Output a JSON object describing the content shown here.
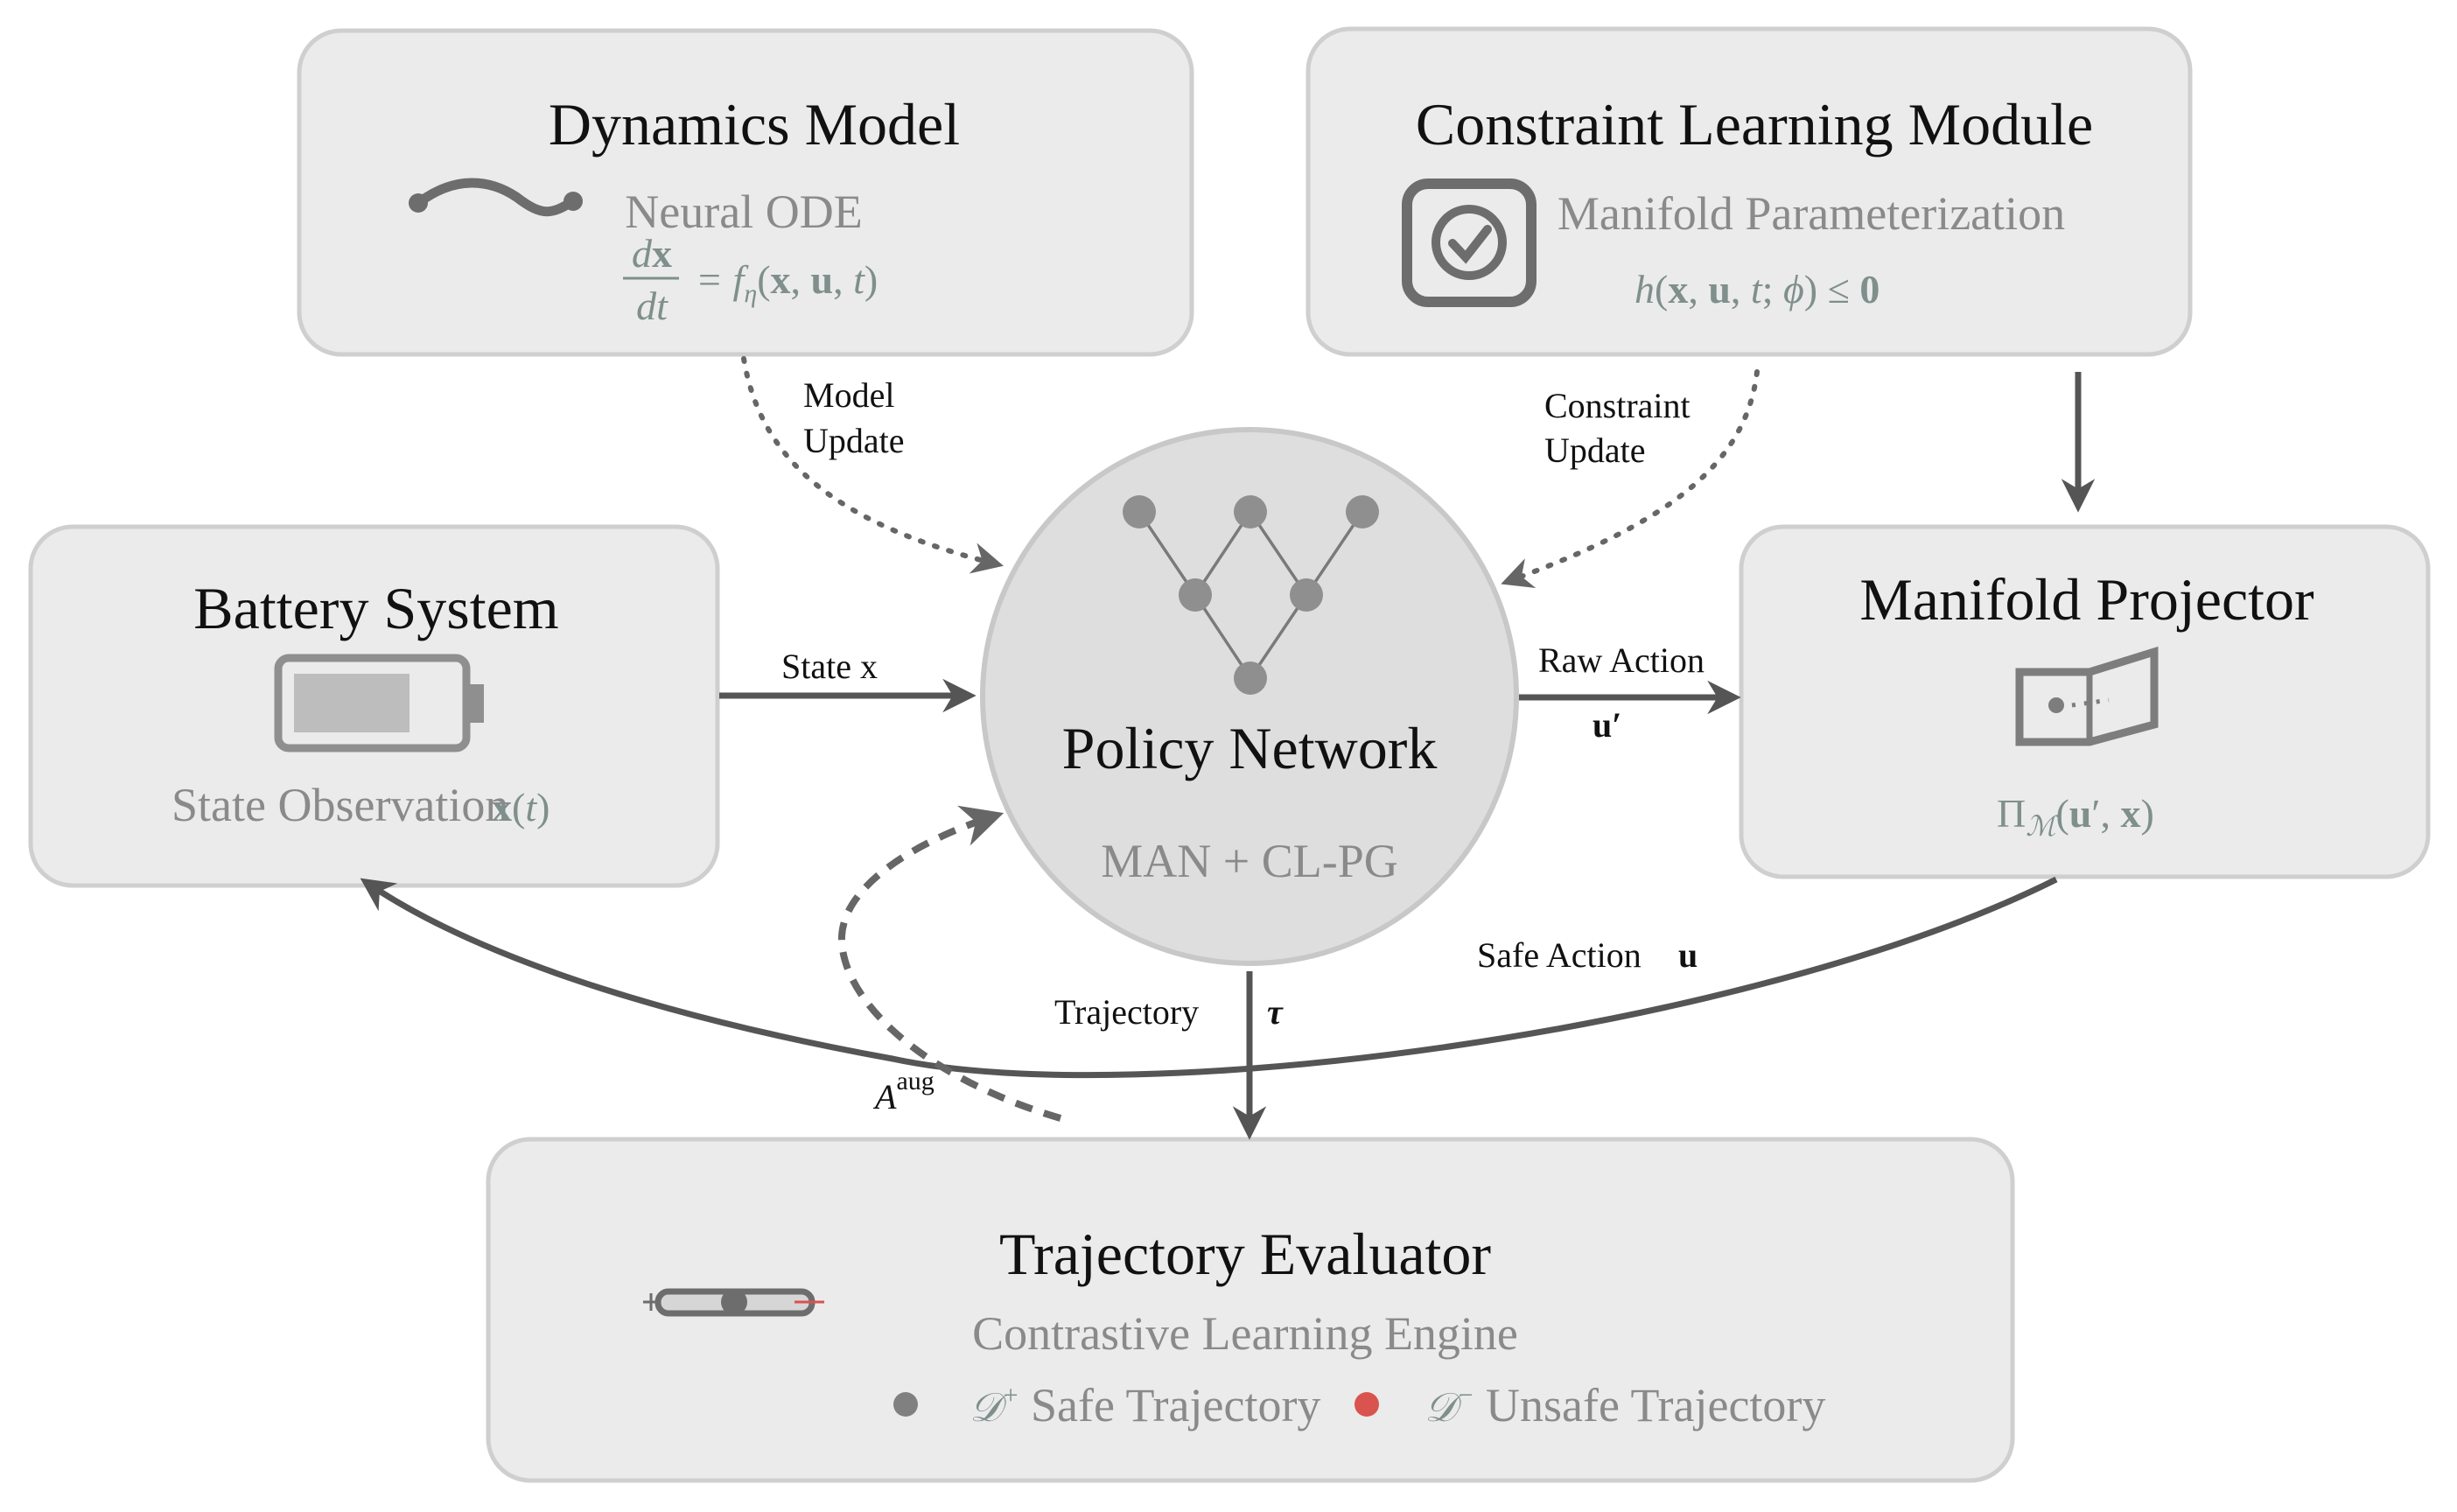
{
  "dynamics": {
    "title": "Dynamics Model",
    "subtitle": "Neural ODE"
  },
  "constraint": {
    "title": "Constraint Learning Module",
    "subtitle": "Manifold Parameterization"
  },
  "battery": {
    "title": "Battery System",
    "subtitle": "State Observation"
  },
  "projector": {
    "title": "Manifold Projector"
  },
  "policy": {
    "title": "Policy Network",
    "subtitle": "MAN + CL-PG"
  },
  "evaluator": {
    "title": "Trajectory Evaluator",
    "subtitle": "Contrastive Learning Engine",
    "safe_label": "Safe Trajectory",
    "unsafe_label": "Unsafe Trajectory",
    "safe_color": "#808080",
    "unsafe_color": "#d9534f"
  },
  "edges": {
    "model_update_1": "Model",
    "model_update_2": "Update",
    "constraint_update_1": "Constraint",
    "constraint_update_2": "Update",
    "state": "State x",
    "raw_action": "Raw Action",
    "safe_action": "Safe Action",
    "trajectory": "Trajectory"
  }
}
